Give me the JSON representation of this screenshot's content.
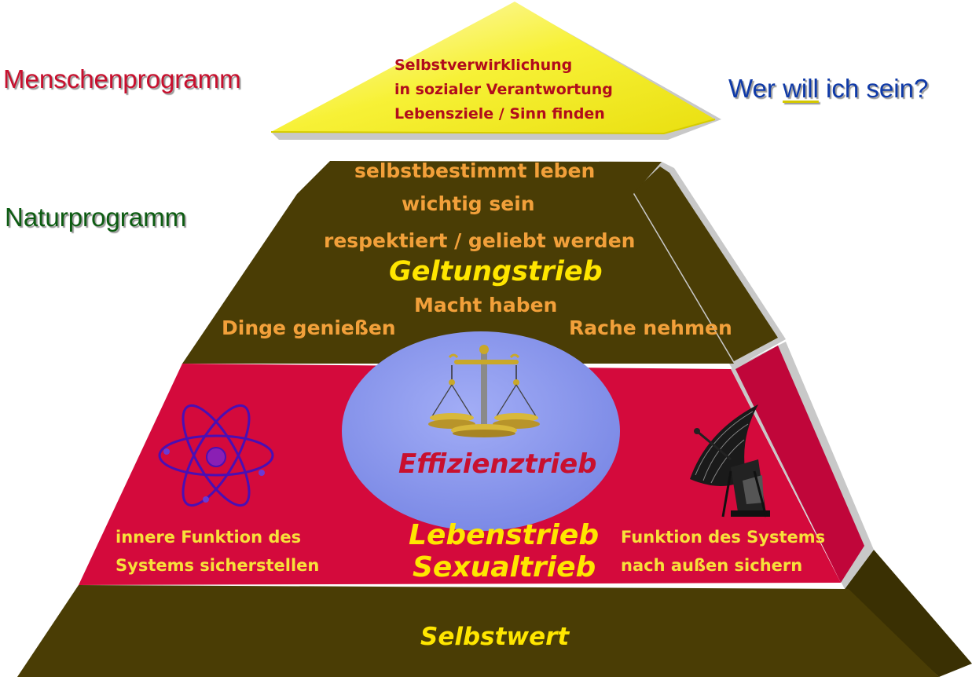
{
  "left_labels": {
    "menschen": "Menschenprogramm",
    "natur": "Naturprogramm"
  },
  "right_question": {
    "before": "Wer ",
    "emphasis": "will",
    "after": " ich sein?"
  },
  "roof": {
    "line1": "Selbstverwirklichung",
    "line2": "in sozialer Verantwortung",
    "line3": "Lebensziele / Sinn finden"
  },
  "middle_tier": {
    "line1": "selbstbestimmt leben",
    "line2": "wichtig sein",
    "line3": "respektiert / geliebt werden",
    "drive": "Geltungstrieb",
    "line4": "Macht haben",
    "left": "Dinge genießen",
    "right": "Rache nehmen"
  },
  "center_ellipse": {
    "drive": "Effizienztrieb"
  },
  "lower_tier": {
    "left_line1": "innere Funktion des",
    "left_line2": "Systems sicherstellen",
    "right_line1": "Funktion des Systems",
    "right_line2": "nach außen sichern",
    "drive1": "Lebenstrieb",
    "drive2": "Sexualtrieb"
  },
  "base": {
    "label": "Selbstwert"
  },
  "colors": {
    "roof_yellow": "#f4ef2a",
    "olive": "#4a3d05",
    "crimson": "#d40a3c",
    "ellipse_blue": "#8e9af0",
    "orange_text": "#f2a03a",
    "yellow_text": "#ffe600"
  },
  "icons": [
    "atom-icon",
    "scales-icon",
    "satellite-dish-icon"
  ]
}
